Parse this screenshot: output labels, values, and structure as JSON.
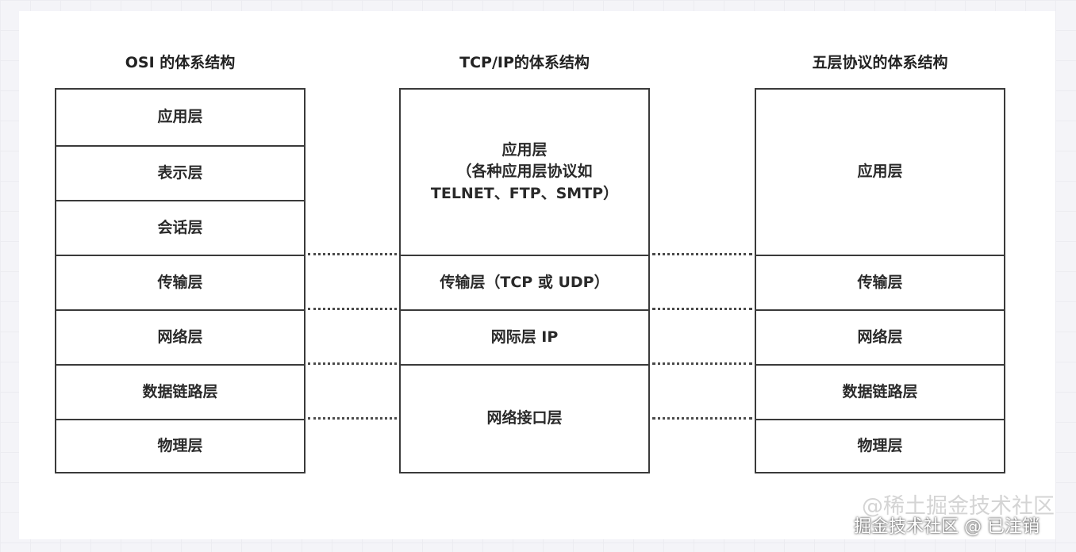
{
  "columns": {
    "osi": {
      "title": "OSI 的体系结构",
      "layers": [
        "应用层",
        "表示层",
        "会话层",
        "传输层",
        "网络层",
        "数据链路层",
        "物理层"
      ]
    },
    "tcpip": {
      "title": "TCP/IP的体系结构",
      "layers": [
        [
          "应用层",
          "（各种应用层协议如",
          "TELNET、FTP、SMTP）"
        ],
        [
          "传输层（TCP 或 UDP）"
        ],
        [
          "网际层 IP"
        ],
        [
          "网络接口层"
        ]
      ]
    },
    "five": {
      "title": "五层协议的体系结构",
      "layers": [
        "应用层",
        "传输层",
        "网络层",
        "数据链路层",
        "物理层"
      ]
    }
  },
  "watermark": {
    "faint": "@稀土掘金技术社区",
    "main": "掘金技术社区 @ 已注销"
  }
}
